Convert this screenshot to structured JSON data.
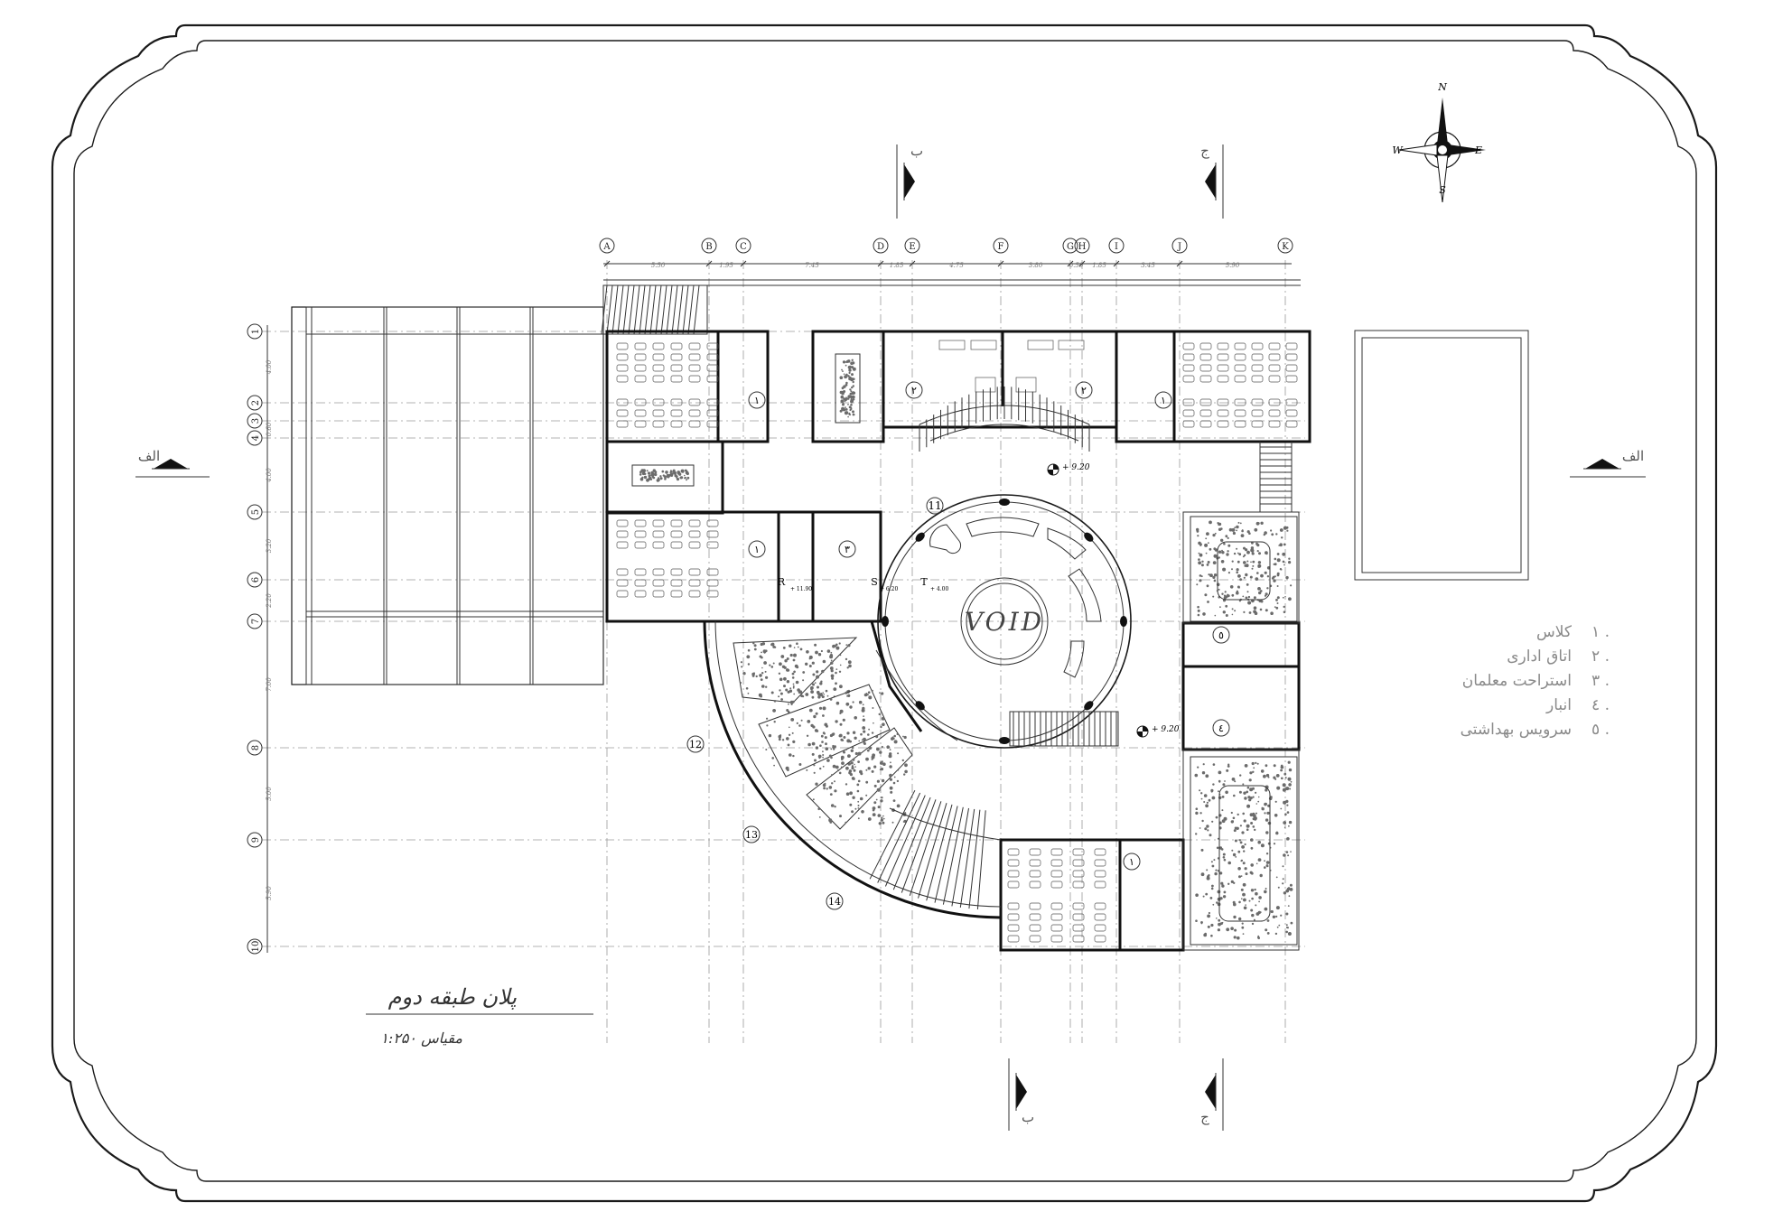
{
  "compass": {
    "north": "N",
    "south": "S",
    "east": "E",
    "west": "W"
  },
  "plan": {
    "title": "پلان طبقه دوم",
    "scale": "مقیاس ۱:۲۵۰",
    "void_label": "VOID",
    "level_top": "+ 9.20",
    "level_bottom": "+ 9.20",
    "stair_top_label": "11",
    "callouts": [
      "12",
      "13",
      "14"
    ],
    "marker_r": "R",
    "marker_s": "S",
    "marker_t": "T",
    "r_level": "+ 11.90",
    "s_level": "+ 6.20",
    "t_level": "+ 4.00"
  },
  "section_marks": {
    "left": "الف",
    "right": "الف",
    "top_b": "ب",
    "top_j": "ج",
    "bottom_b": "ب",
    "bottom_j": "ج"
  },
  "axes": {
    "columns": [
      "A",
      "B",
      "C",
      "D",
      "E",
      "F",
      "G",
      "H",
      "I",
      "J",
      "K"
    ],
    "rows": [
      "1",
      "2",
      "3",
      "4",
      "5",
      "6",
      "7",
      "8",
      "9",
      "10"
    ],
    "col_dims": [
      "5.50",
      "1.95",
      "7.45",
      "1.85",
      "4.75",
      "3.80",
      "0.50",
      "1.85",
      "3.45",
      "5.90"
    ],
    "row_dims": [
      "4.00",
      "0.60",
      "4.00",
      "3.20",
      "2.20",
      "7.00",
      "5.00",
      "5.90"
    ]
  },
  "room_tags": {
    "class": "١",
    "office": "٢",
    "teachers": "٣",
    "storage": "٤",
    "wc": "٥"
  },
  "legend": [
    {
      "num": "١",
      "label": "کلاس"
    },
    {
      "num": "٢",
      "label": "اتاق اداری"
    },
    {
      "num": "٣",
      "label": "استراحت معلمان"
    },
    {
      "num": "٤",
      "label": "انبار"
    },
    {
      "num": "٥",
      "label": "سرویس بهداشتی"
    }
  ]
}
